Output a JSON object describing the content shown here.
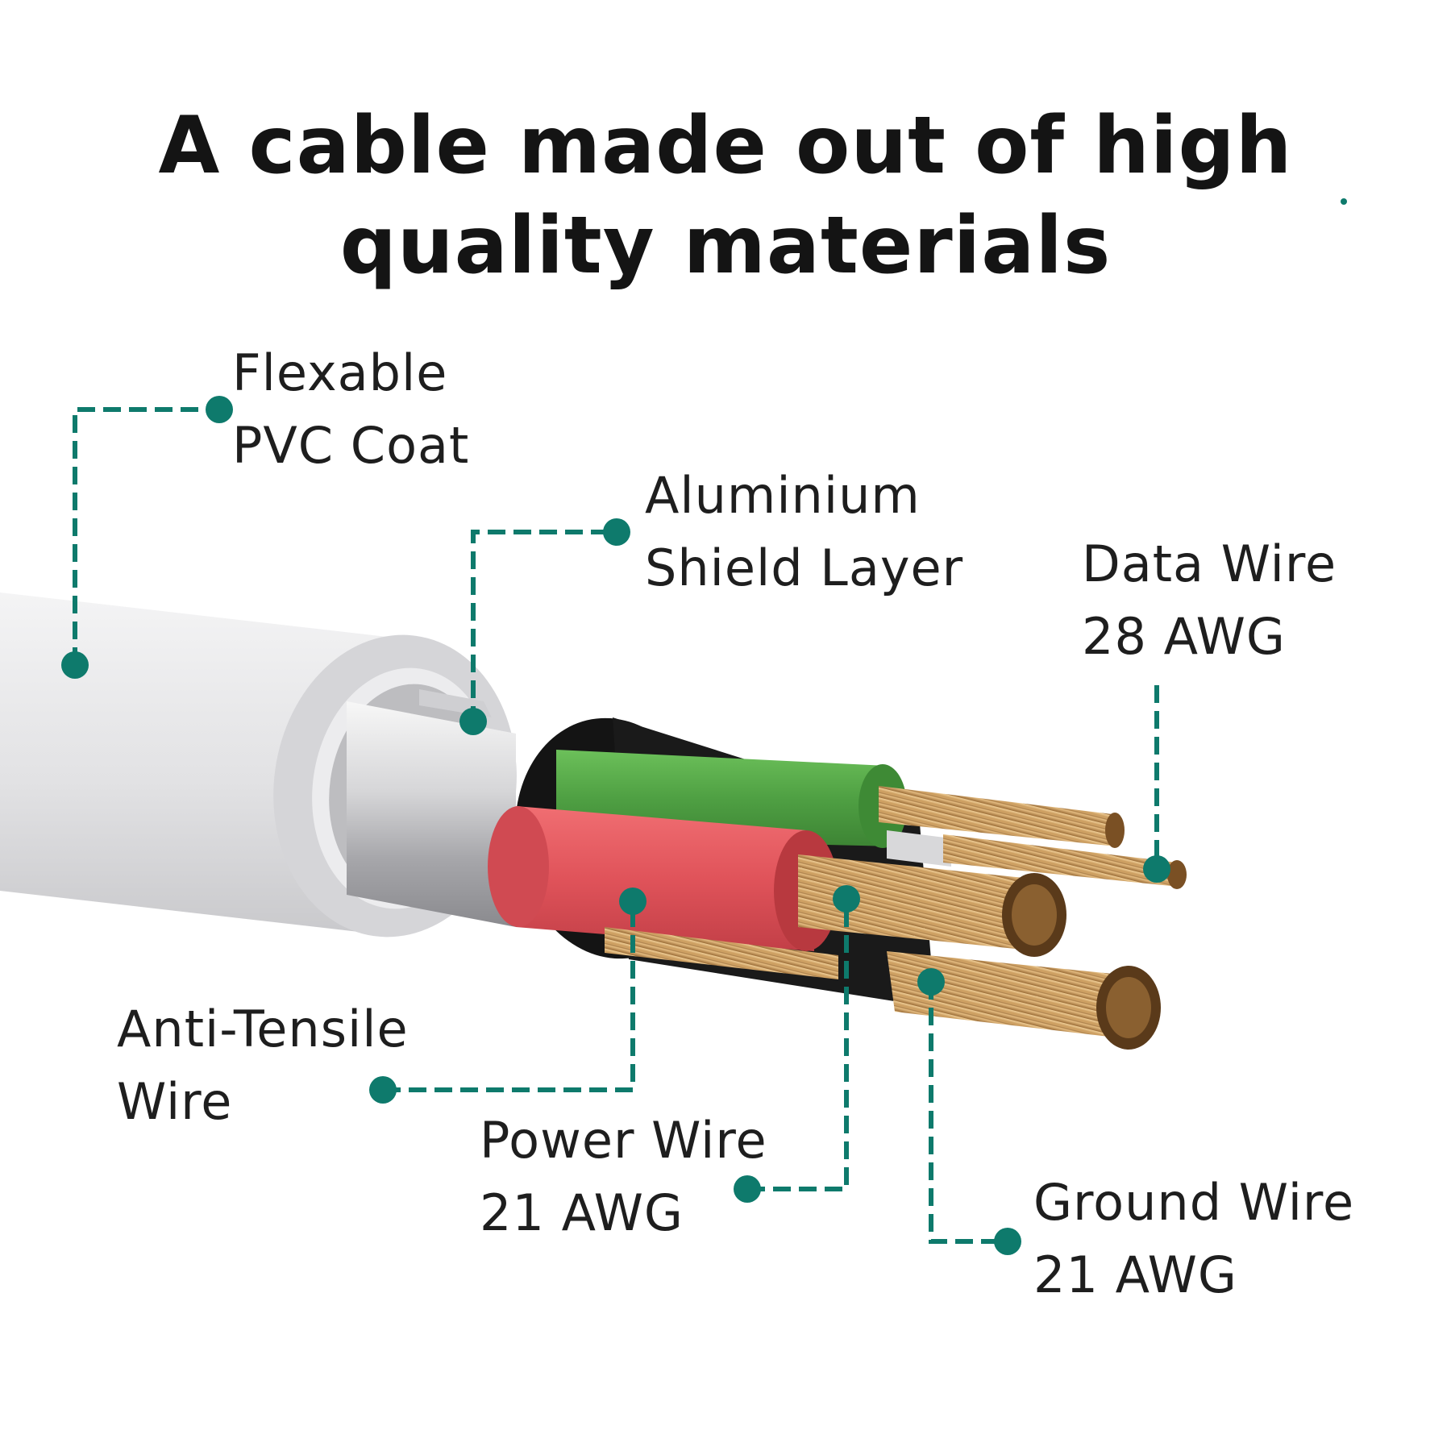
{
  "title": {
    "line1": "A cable made out of high",
    "line2": "quality materials"
  },
  "callouts": [
    {
      "id": "pvc",
      "line1": "Flexable",
      "line2": "PVC Coat"
    },
    {
      "id": "shield",
      "line1": "Aluminium",
      "line2": "Shield Layer"
    },
    {
      "id": "data",
      "line1": "Data Wire",
      "line2": "28 AWG"
    },
    {
      "id": "tensile",
      "line1": "Anti-Tensile",
      "line2": "Wire"
    },
    {
      "id": "power",
      "line1": "Power Wire",
      "line2": "21 AWG"
    },
    {
      "id": "ground",
      "line1": "Ground Wire",
      "line2": "21 AWG"
    }
  ],
  "colors": {
    "accent": "#0e7a6c",
    "jacket": "#e6e6e8",
    "data_insulation": "#5fae4e",
    "power_insulation": "#e4545a",
    "copper": "#c99a5c"
  }
}
